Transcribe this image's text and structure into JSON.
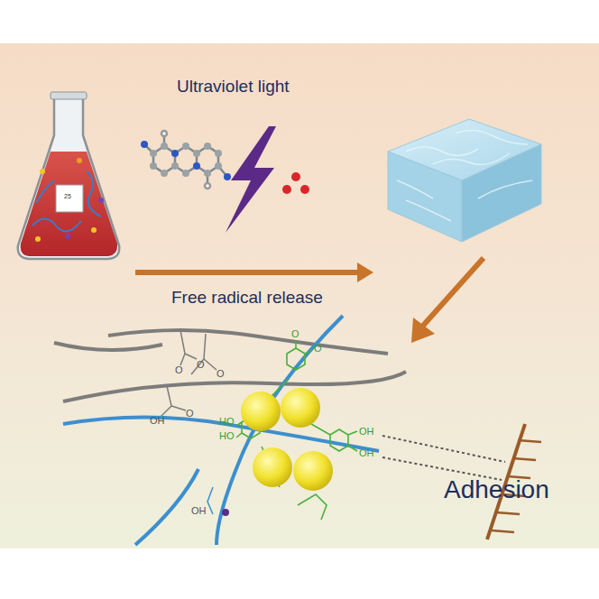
{
  "diagram": {
    "labels": [
      "Ultraviolet light",
      "Free radical release",
      "Adhesion",
      "25",
      "O",
      "O",
      "O",
      "O",
      "OH",
      "HO",
      "HO",
      "OH",
      "OH",
      "O",
      "O",
      "OH"
    ]
  }
}
